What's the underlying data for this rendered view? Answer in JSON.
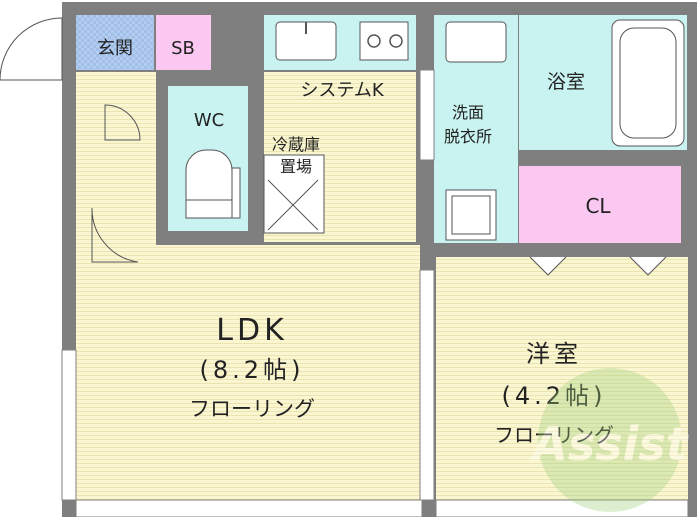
{
  "rooms": {
    "genkan": "玄関",
    "sb": "SB",
    "wc": "WC",
    "kitchen": "システムK",
    "fridge_line1": "冷蔵庫",
    "fridge_line2": "置場",
    "washroom_line1": "洗面",
    "washroom_line2": "脱衣所",
    "bath": "浴室",
    "closet": "CL",
    "ldk_name": "LDK",
    "ldk_size": "(8.2帖)",
    "ldk_floor": "フローリング",
    "western_name": "洋室",
    "western_size": "(4.2帖)",
    "western_floor": "フローリング"
  },
  "watermark": {
    "text": "Assist"
  },
  "colors": {
    "wall": "#7f7f7f",
    "flooring": "#fbf6d2",
    "wet_area": "#c9f3f1",
    "sb_closet": "#fbc8f2",
    "genkan_tile": "#a9c7ec"
  }
}
